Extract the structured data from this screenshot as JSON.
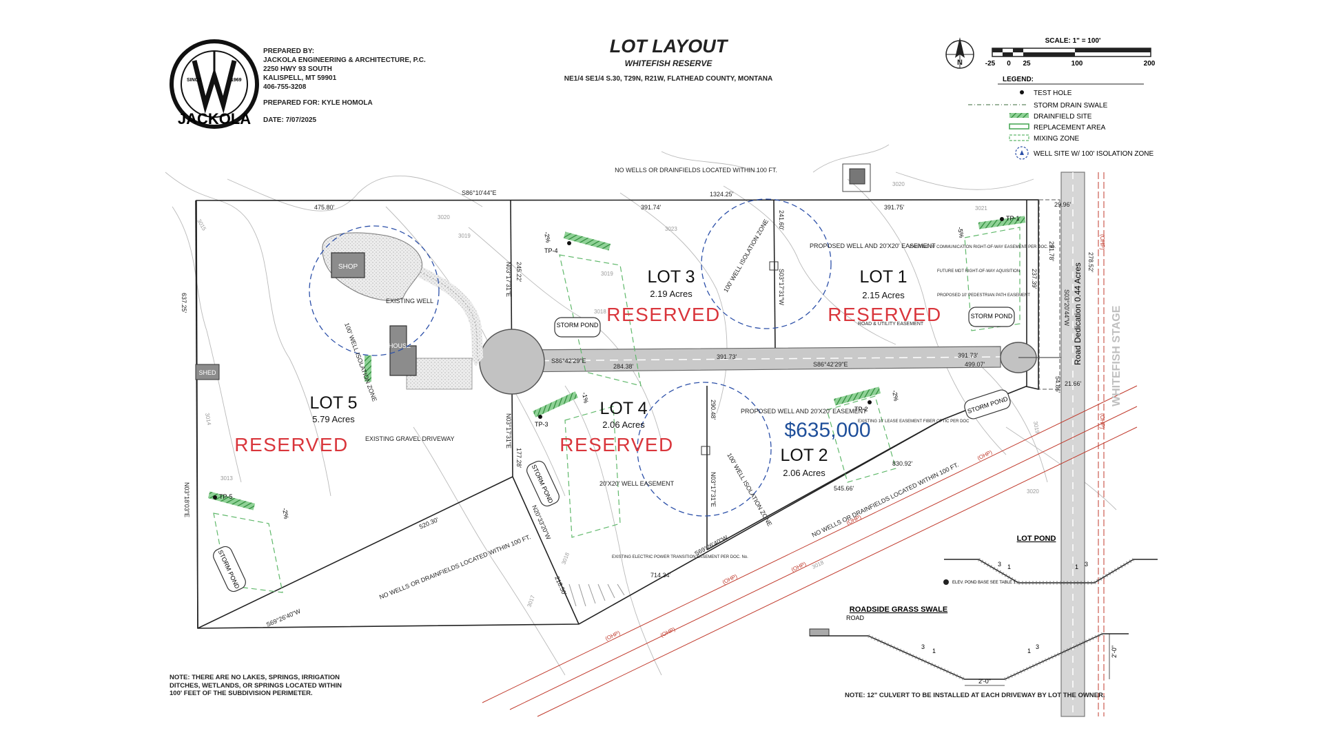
{
  "title": {
    "main": "LOT LAYOUT",
    "project": "WHITEFISH RESERVE",
    "location": "NE1/4 SE1/4  S.30, T29N, R21W, FLATHEAD COUNTY, MONTANA"
  },
  "prepared": {
    "by_label": "PREPARED BY:",
    "company": "JACKOLA ENGINEERING & ARCHITECTURE, P.C.",
    "address1": "2250 HWY 93 SOUTH",
    "address2": "KALISPELL, MT 59901",
    "phone": "406-755-3208",
    "for": "PREPARED FOR: KYLE HOMOLA",
    "date": "DATE:  7/07/2025"
  },
  "logo": {
    "text": "JACKOLA",
    "since": "SINCE",
    "year": "1969"
  },
  "scale": {
    "label": "SCALE: 1\" = 100'",
    "ticks": [
      "-25",
      "0",
      "25",
      "100",
      "200"
    ]
  },
  "legend": {
    "title": "LEGEND:",
    "items": [
      "TEST HOLE",
      "STORM DRAIN SWALE",
      "DRAINFIELD SITE",
      "REPLACEMENT AREA",
      "MIXING ZONE",
      "WELL SITE W/ 100' ISOLATION ZONE"
    ],
    "colors": {
      "drainfield": "#3fa34d",
      "replacement": "#3fa34d",
      "mixing": "#5fb86a",
      "well": "#2b4fa8"
    }
  },
  "lots": [
    {
      "name": "LOT 1",
      "acres": "2.15 Acres",
      "status": "RESERVED"
    },
    {
      "name": "LOT 2",
      "acres": "2.06 Acres",
      "price": "$635,000"
    },
    {
      "name": "LOT 3",
      "acres": "2.19 Acres",
      "status": "RESERVED"
    },
    {
      "name": "LOT 4",
      "acres": "2.06 Acres",
      "status": "RESERVED"
    },
    {
      "name": "LOT 5",
      "acres": "5.79 Acres",
      "status": "RESERVED"
    }
  ],
  "colors": {
    "reserved": "#d9353b",
    "price": "#1f4f9a",
    "ohp": "#c0392b"
  },
  "features": {
    "shop": "SHOP",
    "house": "HOUSE",
    "shed": "SHED",
    "existing_well": "EXISTING WELL",
    "existing_gravel_driveway": "EXISTING GRAVEL DRIVEWAY",
    "well_isolation_zone": "100' WELL ISOLATION ZONE",
    "proposed_well": "PROPOSED WELL AND 20'X20' EASEMENT",
    "well_easement": "20'X20' WELL EASEMENT",
    "storm_pond": "STORM POND",
    "road_dedication": "Road Dedication  0.44 Acres",
    "road_name": "WHITEFISH STAGE",
    "road_utility_easement": "ROAD & UTILITY EASEMENT",
    "no_wells_top": "NO WELLS OR DRAINFIELDS LOCATED WITHIN 100 FT.",
    "no_wells_mid": "NO WELLS OR DRAINFIELDS LOCATED WITHIN 100 FT.",
    "no_wells_right": "NO WELLS OR DRAINFIELDS LOCATED WITHIN 100 FT.",
    "comm_easement": "EXISTING 20' COMMUNICATION RIGHT-OF-WAY EASEMENT PER DOC. No.",
    "future_row": "FUTURE MDT RIGHT-OF-WAY AQUISITION",
    "pedestrian": "PROPOSED 10' PEDESTRIAN PATH EASEMENT",
    "lease_easement": "EXISTING 10' LEASE EASEMENT FIBER OPTIC PER DOC",
    "power_easement": "EXISTING ELECTRIC POWER TRANSITION EASEMENT PER DOC. No.",
    "ohp": "(OHP)"
  },
  "test_holes": [
    "TP-1",
    "TP-2",
    "TP-3",
    "TP-4",
    "TP-5"
  ],
  "slopes": [
    "-5%",
    "-2%",
    "-1%",
    "-2%",
    "-2%"
  ],
  "bearings": {
    "top": "S86°10'44\"E",
    "top_total": "1324.25'",
    "road_a": "S86°42'29\"E",
    "road_b": "S86°42'29\"E",
    "bottom_left": "S69°26'40\"W",
    "bottom_mid": "S69°26'40\"W",
    "lot4_west": "N03°17'31\"E",
    "lot3_west": "N03°17'31\"E",
    "lot3_east": "S03°17'31\"W",
    "lot2_west": "N03°17'31\"E",
    "lot5_west": "N03°18'03\"E",
    "diag": "N20°33'20\"W",
    "east": "S03°20'44\"W"
  },
  "distances": [
    "475.80'",
    "391.74'",
    "391.75'",
    "29.96'",
    "637.25'",
    "245.22'",
    "241.60'",
    "291.78'",
    "237.39'",
    "278.52'",
    "284.38'",
    "391.73'",
    "391.73'",
    "499.07'",
    "177.28'",
    "290.48'",
    "830.92'",
    "545.66'",
    "520.30'",
    "218.50'",
    "714.34'",
    "54.86'",
    "21.66'"
  ],
  "contours": [
    "3015",
    "3020",
    "3019",
    "3023",
    "3021",
    "3020",
    "3019",
    "3018",
    "3014",
    "3013",
    "3018",
    "3017",
    "3020",
    "3019",
    "3018"
  ],
  "notes": {
    "left": "NOTE:  THERE ARE NO LAKES, SPRINGS, IRRIGATION DITCHES, WETLANDS, OR SPRINGS LOCATED WITHIN 100' FEET OF THE SUBDIVISION PERIMETER.",
    "right": "NOTE:   12\" CULVERT TO BE INSTALLED AT EACH DRIVEWAY BY LOT THE OWNER."
  },
  "details": {
    "lot_pond": "LOT POND",
    "pond_base": "ELEV. POND BASE SEE TABLE 1",
    "swale": "ROADSIDE GRASS SWALE",
    "road": "ROAD",
    "dim_depth": "2'-0\"",
    "dim_width": "2'-0\"",
    "ratio_run": "3",
    "ratio_rise": "1"
  }
}
